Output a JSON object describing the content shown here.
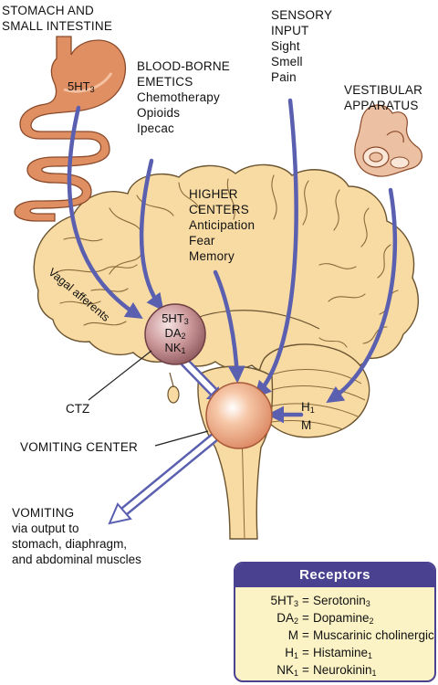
{
  "labels": {
    "stomach": [
      "STOMACH AND",
      "SMALL INTESTINE"
    ],
    "stomach_receptor": {
      "base": "5HT",
      "sub": "3"
    },
    "blood_borne": [
      "BLOOD-BORNE",
      "EMETICS",
      "Chemotherapy",
      "Opioids",
      "Ipecac"
    ],
    "sensory": [
      "SENSORY",
      "INPUT",
      "Sight",
      "Smell",
      "Pain"
    ],
    "vestibular": [
      "VESTIBULAR",
      "APPARATUS"
    ],
    "higher_centers": [
      "HIGHER",
      "CENTERS",
      "Anticipation",
      "Fear",
      "Memory"
    ],
    "vagal": "Vagal afferents",
    "ctz_receptors": [
      {
        "base": "5HT",
        "sub": "3"
      },
      {
        "base": "DA",
        "sub": "2"
      },
      {
        "base": "NK",
        "sub": "1"
      }
    ],
    "vomiting_center_receptors": [
      {
        "base": "H",
        "sub": "1"
      },
      {
        "base": "M",
        "sub": ""
      }
    ],
    "ctz": "CTZ",
    "vomiting_center": "VOMITING CENTER",
    "vomiting": [
      "VOMITING",
      "via output to",
      "stomach, diaphragm,",
      "and abdominal muscles"
    ]
  },
  "legend": {
    "title": "Receptors",
    "rows": [
      {
        "abbr": "5HT",
        "abbr_sub": "3",
        "full": "Serotonin",
        "full_sub": "3"
      },
      {
        "abbr": "DA",
        "abbr_sub": "2",
        "full": "Dopamine",
        "full_sub": "2"
      },
      {
        "abbr": "M",
        "abbr_sub": "",
        "full": "Muscarinic cholinergic",
        "full_sub": ""
      },
      {
        "abbr": "H",
        "abbr_sub": "1",
        "full": "Histamine",
        "full_sub": "1"
      },
      {
        "abbr": "NK",
        "abbr_sub": "1",
        "full": "Neurokinin",
        "full_sub": "1"
      }
    ]
  },
  "colors": {
    "brain": "#f8dba3",
    "brain_stroke": "#6b5430",
    "arrow": "#5a5fb0",
    "stomach": "#e08f63",
    "ctz_sphere": "#c2878a",
    "vc_sphere": "#e79f7b",
    "legend_header": "#4a4190",
    "legend_bg": "#fbf3c5"
  }
}
